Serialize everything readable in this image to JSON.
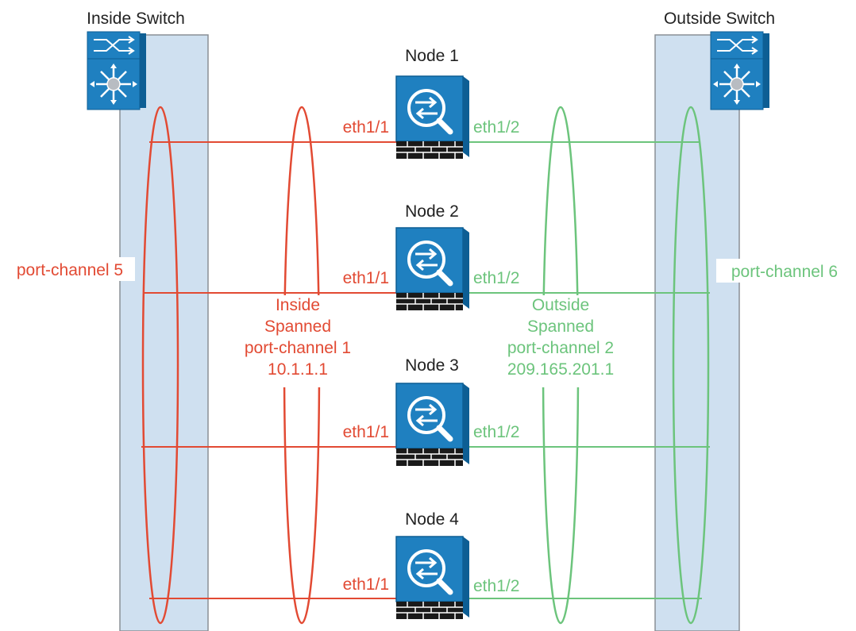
{
  "switches": {
    "inside": {
      "label": "Inside Switch"
    },
    "outside": {
      "label": "Outside Switch"
    }
  },
  "nodes": [
    {
      "label": "Node 1",
      "inside_port": "eth1/1",
      "outside_port": "eth1/2"
    },
    {
      "label": "Node 2",
      "inside_port": "eth1/1",
      "outside_port": "eth1/2"
    },
    {
      "label": "Node 3",
      "inside_port": "eth1/1",
      "outside_port": "eth1/2"
    },
    {
      "label": "Node 4",
      "inside_port": "eth1/1",
      "outside_port": "eth1/2"
    }
  ],
  "port_channels": {
    "inside_switch": "port-channel 5",
    "outside_switch": "port-channel 6"
  },
  "spanned": {
    "inside": {
      "line1": "Inside",
      "line2": "Spanned",
      "line3": "port-channel 1",
      "line4": "10.1.1.1"
    },
    "outside": {
      "line1": "Outside",
      "line2": "Spanned",
      "line3": "port-channel 2",
      "line4": "209.165.201.1"
    }
  },
  "colors": {
    "inside": "#e24a33",
    "outside": "#6cc47c",
    "switch_band": "#cfe0f0",
    "device": "#1f80c0",
    "text": "#222222"
  },
  "icons": {
    "switch": "nexus-switch-icon",
    "node": "firewall-appliance-icon"
  }
}
